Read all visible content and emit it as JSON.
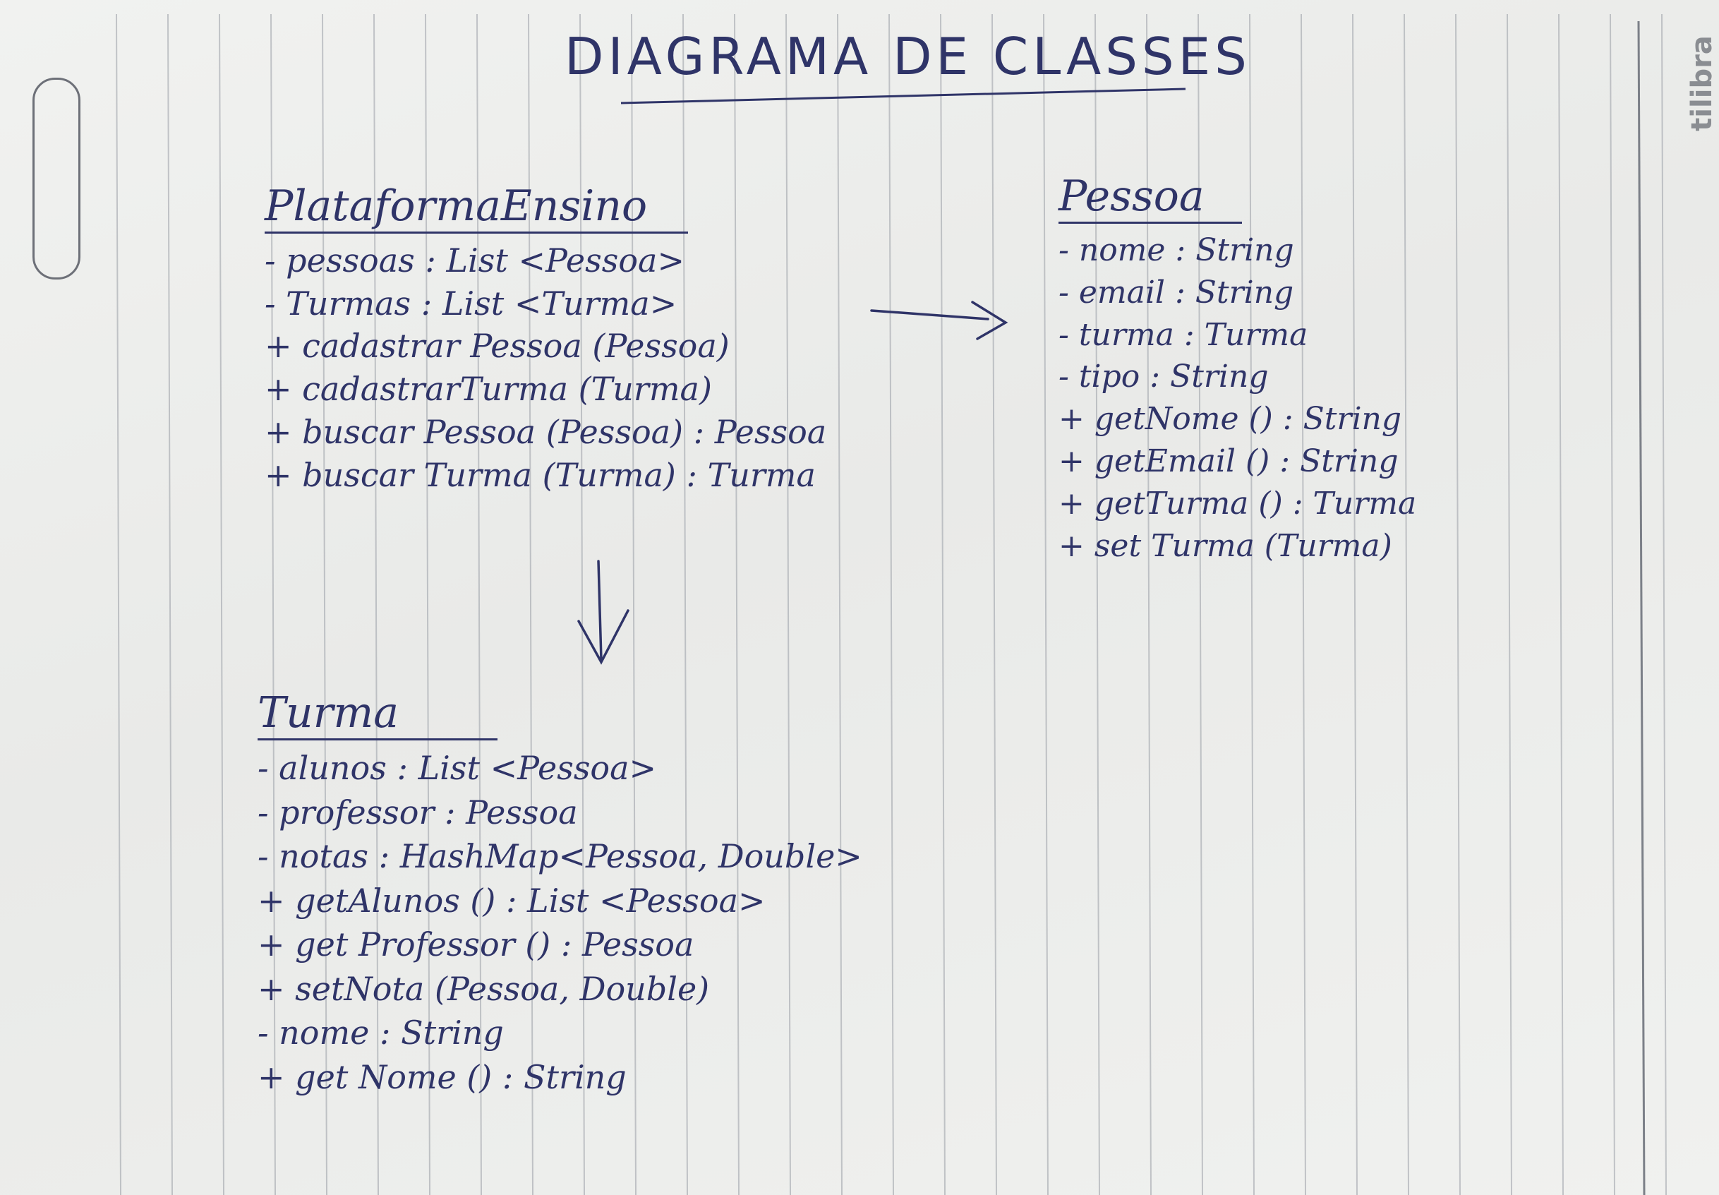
{
  "page": {
    "title": "DIAGRAMA DE CLASSES",
    "brand": "tilibra"
  },
  "classes": {
    "plataforma": {
      "name": "PlataformaEnsino",
      "members": [
        "- pessoas : List <Pessoa>",
        "- Turmas : List <Turma>",
        "+ cadastrar Pessoa (Pessoa)",
        "+ cadastrarTurma (Turma)",
        "+ buscar Pessoa (Pessoa) : Pessoa",
        "+ buscar Turma (Turma) : Turma"
      ]
    },
    "pessoa": {
      "name": "Pessoa",
      "members": [
        "- nome : String",
        "- email : String",
        "- turma : Turma",
        "- tipo : String",
        "+ getNome () : String",
        "+ getEmail () : String",
        "+ getTurma () : Turma",
        "+ set Turma (Turma)"
      ]
    },
    "turma": {
      "name": "Turma",
      "members": [
        "- alunos : List <Pessoa>",
        "- professor : Pessoa",
        "- notas : HashMap<Pessoa, Double>",
        "+ getAlunos () : List <Pessoa>",
        "+ get Professor () : Pessoa",
        "+ setNota (Pessoa, Double)",
        "- nome : String",
        "+ get Nome () : String"
      ]
    }
  },
  "colors": {
    "ink": "#2f3468",
    "paper": "#eeefed",
    "rule_lines": "#9a9ea6"
  }
}
